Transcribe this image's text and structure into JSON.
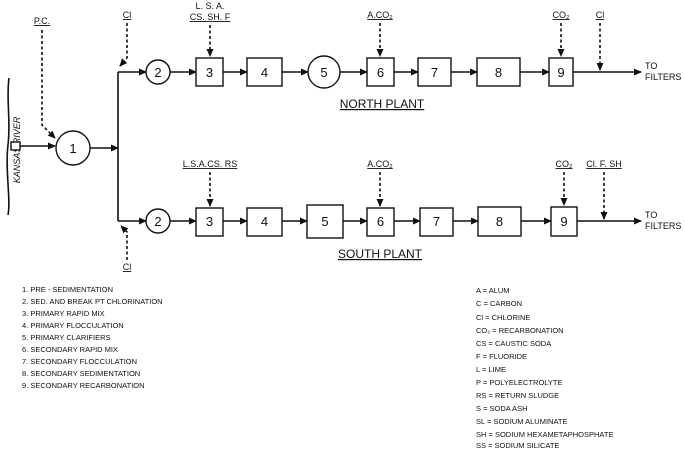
{
  "source": {
    "river": "KANSAS RIVER"
  },
  "nodes": {
    "n1": "1",
    "north": [
      "2",
      "3",
      "4",
      "5",
      "6",
      "7",
      "8",
      "9"
    ],
    "south": [
      "2",
      "3",
      "4",
      "5",
      "6",
      "7",
      "8",
      "9"
    ]
  },
  "chemicals": {
    "pc": "P.C.",
    "north_cl_in": "Cl",
    "north_lsa_line1": "L. S. A.",
    "north_lsa_line2": "CS. SH. F",
    "north_aco2": "A.CO₂",
    "north_co2": "CO₂",
    "north_cl_out": "Cl",
    "south_cl_in": "Cl",
    "south_lsacsrs": "L.S.A.CS. RS",
    "south_aco2": "A.CO₂",
    "south_co2": "CO₂",
    "south_clfsh": "Cl. F. SH"
  },
  "plants": {
    "north": "NORTH PLANT",
    "south": "SOUTH PLANT"
  },
  "outputs": {
    "north": [
      "TO",
      "FILTERS"
    ],
    "south": [
      "TO",
      "FILTERS"
    ]
  },
  "steps_legend": [
    "1. PRE - SEDIMENTATION",
    "2. SED. AND BREAK PT CHLORINATION",
    "3. PRIMARY RAPID MIX",
    "4. PRIMARY FLOCCULATION",
    "5. PRIMARY CLARIFIERS",
    "6. SECONDARY RAPID MIX",
    "7. SECONDARY FLOCCULATION",
    "8. SECONDARY SEDIMENTATION",
    "9. SECONDARY RECARBONATION"
  ],
  "chem_legend": [
    "A = ALUM",
    "C = CARBON",
    "Cl = CHLORINE",
    "CO₂ = RECARBONATION",
    "CS = CAUSTIC SODA",
    "F = FLUORIDE",
    "L = LIME",
    "P = POLYELECTROLYTE",
    "RS = RETURN SLUDGE",
    "S = SODA ASH",
    "SL = SODIUM ALUMINATE",
    "SH = SODIUM HEXAMETAPHOSPHATE",
    "SS = SODIUM SILICATE"
  ]
}
